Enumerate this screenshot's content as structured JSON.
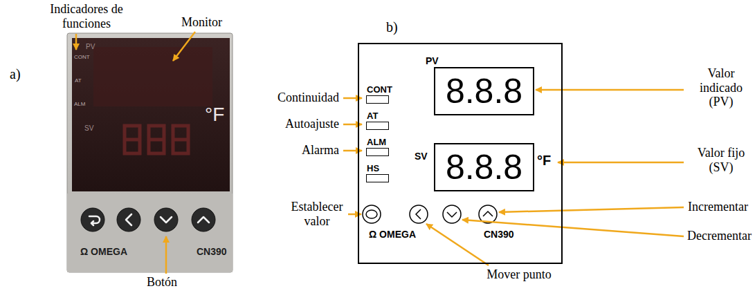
{
  "diagram": {
    "nodes": [
      {
        "text": [
          "Ω OMEGA",
          "CN390"
        ]
      },
      {
        "text": [
          "CONT"
        ],
        "in": 0
      },
      {
        "text": [
          "AT"
        ],
        "in": 0
      },
      {
        "text": [
          "ALM"
        ],
        "in": 0
      },
      {
        "text": [
          "HS"
        ],
        "in": 0
      },
      {
        "text": [
          "PV",
          "8.8.8"
        ],
        "in": 0
      },
      {
        "text": [
          "SV",
          "8.8.8"
        ],
        "in": 0
      }
    ],
    "labels": [
      "Indicadores de funciones",
      "Monitor",
      "a)",
      "CONT",
      "PV",
      "AT",
      "ALM",
      "SV",
      "°F",
      "Ω OMEGA",
      "CN390",
      "Botón",
      "b)",
      "Continuidad",
      "Autoajuste",
      "Alarma",
      "Establecer valor",
      "Mover punto",
      "Valor indicado (PV)",
      "Valor fijo (SV)",
      "Incrementar",
      "Decrementar",
      "°F"
    ]
  }
}
